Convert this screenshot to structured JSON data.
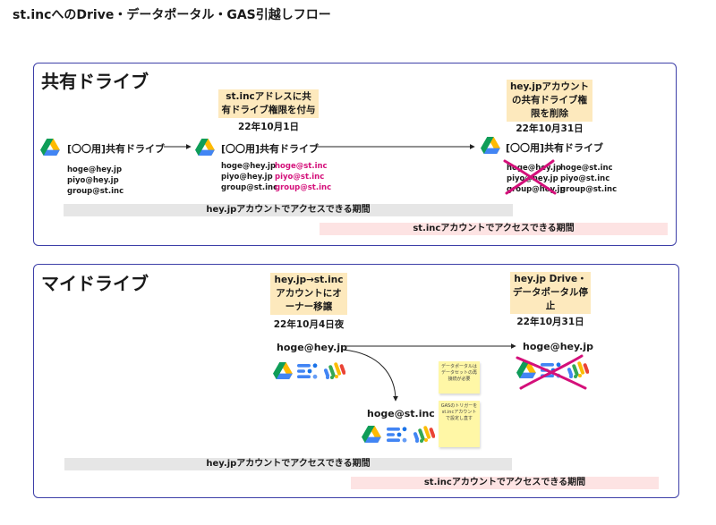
{
  "title": "st.incへのDrive・データポータル・GAS引越しフロー",
  "shared_drive": {
    "heading": "共有ドライブ",
    "drive_label": "[〇〇用]共有ドライブ",
    "stage1": {
      "emails": [
        "hoge@hey.jp",
        "piyo@hey.jp",
        "group@st.inc"
      ]
    },
    "stage2": {
      "note": "st.incアドレスに共有ドライブ権限を付与",
      "date": "22年10月1日",
      "emails": [
        "hoge@hey.jp",
        "piyo@hey.jp",
        "group@st.inc"
      ],
      "added_emails": [
        "hoge@st.inc",
        "piyo@st.inc",
        "group@st.inc"
      ]
    },
    "stage3": {
      "note": "hey.jpアカウントの共有ドライブ権限を削除",
      "date": "22年10月31日",
      "removed_emails": [
        "hoge@hey.jp",
        "piyo@hey.jp",
        "group@hey.jp"
      ],
      "emails": [
        "hoge@st.inc",
        "piyo@st.inc",
        "group@st.inc"
      ]
    },
    "bar_heyjp": "hey.jpアカウントでアクセスできる期間",
    "bar_stinc": "st.incアカウントでアクセスできる期間"
  },
  "my_drive": {
    "heading": "マイドライブ",
    "transfer_note": "hey.jp→st.incアカウントにオーナー移譲",
    "transfer_date": "22年10月4日夜",
    "stop_note": "hey.jp Drive・データポータル停止",
    "stop_date": "22年10月31日",
    "account_old": "hoge@hey.jp",
    "account_new": "hoge@st.inc",
    "account_old_stopped": "hoge@hey.jp",
    "sticky1": "データポータルはデータセットの再接続が必要",
    "sticky2": "GASのトリガーをst.incアカウントで設定し直す",
    "bar_heyjp": "hey.jpアカウントでアクセスできる期間",
    "bar_stinc": "st.incアカウントでアクセスできる期間"
  },
  "colors": {
    "frame": "#3d3fa8",
    "accent_pink": "#d4107a",
    "note_bg": "#fde9bd",
    "gray_bar": "#e6e6e6",
    "pink_bar": "#fde3e3"
  }
}
